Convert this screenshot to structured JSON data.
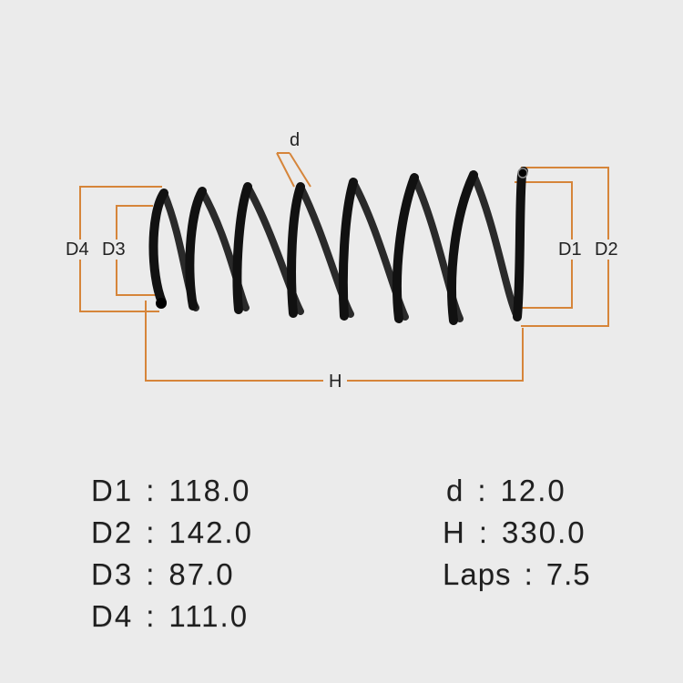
{
  "diagram": {
    "labels": {
      "d": "d",
      "D1": "D1",
      "D2": "D2",
      "D3": "D3",
      "D4": "D4",
      "H": "H"
    },
    "dimension_color": "#d6853a",
    "spring_color": "#111111"
  },
  "specs": {
    "separator": ":",
    "left": [
      {
        "label": "D1",
        "value": "118.0"
      },
      {
        "label": "D2",
        "value": "142.0"
      },
      {
        "label": "D3",
        "value": "87.0"
      },
      {
        "label": "D4",
        "value": "111.0"
      }
    ],
    "right": [
      {
        "label": "d",
        "value": "12.0"
      },
      {
        "label": "H",
        "value": "330.0"
      },
      {
        "label": "Laps",
        "value": "7.5"
      }
    ]
  }
}
